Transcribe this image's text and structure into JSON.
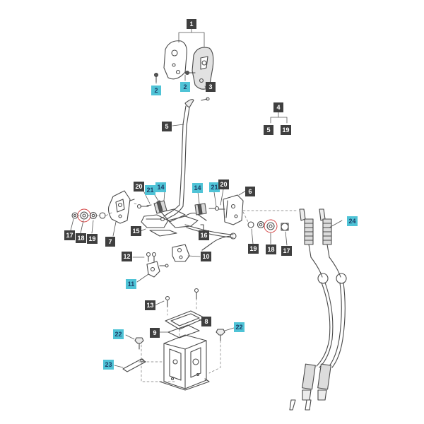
{
  "colors": {
    "line": "#4a4a4a",
    "leader": "#555555",
    "dark_label_bg": "#3f3f3f",
    "dark_label_text": "#ffffff",
    "blue_label_bg": "#4fc3d6",
    "blue_label_text": "#1d3c66",
    "highlight_ring": "#d23c3c"
  },
  "callouts": [
    {
      "id": "c1",
      "text": "1",
      "style": "dark"
    },
    {
      "id": "c2a",
      "text": "2",
      "style": "blue"
    },
    {
      "id": "c2b",
      "text": "2",
      "style": "blue"
    },
    {
      "id": "c3",
      "text": "3",
      "style": "dark"
    },
    {
      "id": "c4",
      "text": "4",
      "style": "dark"
    },
    {
      "id": "c5a",
      "text": "5",
      "style": "dark"
    },
    {
      "id": "c5b",
      "text": "5",
      "style": "dark"
    },
    {
      "id": "c19a",
      "text": "19",
      "style": "dark"
    },
    {
      "id": "c6",
      "text": "6",
      "style": "dark"
    },
    {
      "id": "c20a",
      "text": "20",
      "style": "dark"
    },
    {
      "id": "c21a",
      "text": "21",
      "style": "blue"
    },
    {
      "id": "c14a",
      "text": "14",
      "style": "blue"
    },
    {
      "id": "c14b",
      "text": "14",
      "style": "blue"
    },
    {
      "id": "c21b",
      "text": "21",
      "style": "blue"
    },
    {
      "id": "c20b",
      "text": "20",
      "style": "dark"
    },
    {
      "id": "c24",
      "text": "24",
      "style": "blue"
    },
    {
      "id": "c17a",
      "text": "17",
      "style": "dark"
    },
    {
      "id": "c18a",
      "text": "18",
      "style": "dark"
    },
    {
      "id": "c19b",
      "text": "19",
      "style": "dark"
    },
    {
      "id": "c7",
      "text": "7",
      "style": "dark"
    },
    {
      "id": "c15",
      "text": "15",
      "style": "dark"
    },
    {
      "id": "c16",
      "text": "16",
      "style": "dark"
    },
    {
      "id": "c19c",
      "text": "19",
      "style": "dark"
    },
    {
      "id": "c18b",
      "text": "18",
      "style": "dark"
    },
    {
      "id": "c17b",
      "text": "17",
      "style": "dark"
    },
    {
      "id": "c12",
      "text": "12",
      "style": "dark"
    },
    {
      "id": "c10",
      "text": "10",
      "style": "dark"
    },
    {
      "id": "c11",
      "text": "11",
      "style": "blue"
    },
    {
      "id": "c13",
      "text": "13",
      "style": "dark"
    },
    {
      "id": "c8",
      "text": "8",
      "style": "dark"
    },
    {
      "id": "c9",
      "text": "9",
      "style": "dark"
    },
    {
      "id": "c22a",
      "text": "22",
      "style": "blue"
    },
    {
      "id": "c22b",
      "text": "22",
      "style": "blue"
    },
    {
      "id": "c23",
      "text": "23",
      "style": "blue"
    }
  ]
}
